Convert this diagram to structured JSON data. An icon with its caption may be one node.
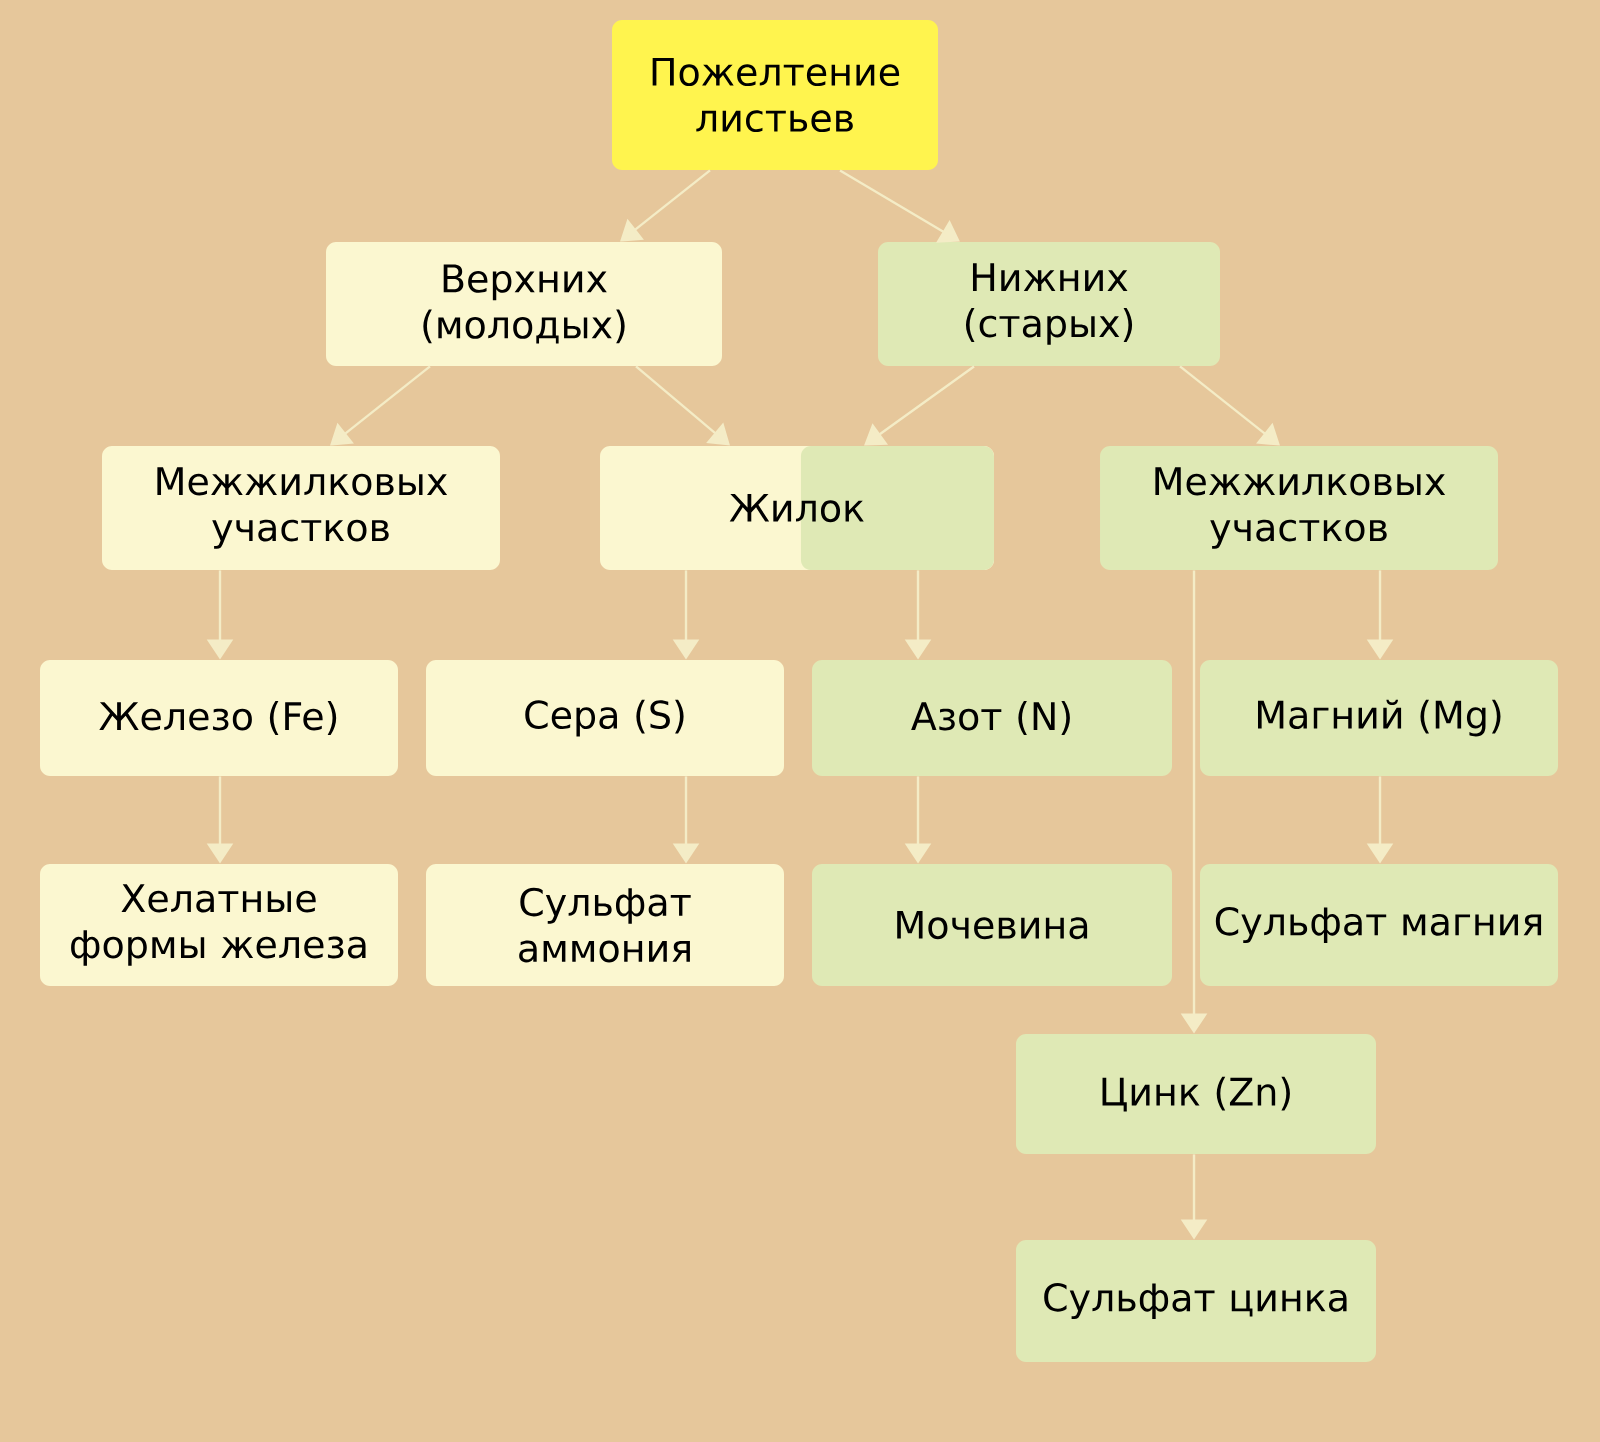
{
  "diagram": {
    "nodes": [
      {
        "text": [
          "Пожелтение листьев"
        ]
      },
      {
        "text": [
          "Верхних (молодых)"
        ]
      },
      {
        "text": [
          "Нижних (старых)"
        ]
      },
      {
        "text": [
          "Межжилковых участков"
        ]
      },
      {
        "text": [
          "Жилок"
        ]
      },
      {
        "text": [
          "Межжилковых участков"
        ]
      },
      {
        "text": [
          "Железо (Fe)"
        ]
      },
      {
        "text": [
          "Сера (S)"
        ]
      },
      {
        "text": [
          "Азот (N)"
        ]
      },
      {
        "text": [
          "Магний (Mg)"
        ]
      },
      {
        "text": [
          "Хелатные формы железа"
        ]
      },
      {
        "text": [
          "Сульфат аммония"
        ]
      },
      {
        "text": [
          "Мочевина"
        ]
      },
      {
        "text": [
          "Сульфат магния"
        ]
      },
      {
        "text": [
          "Цинк (Zn)"
        ]
      },
      {
        "text": [
          "Сульфат цинка"
        ]
      }
    ],
    "edges": [
      {
        "from": 0,
        "to": 1,
        "arrow": "to"
      },
      {
        "from": 0,
        "to": 2,
        "arrow": "to"
      },
      {
        "from": 1,
        "to": 3,
        "arrow": "to"
      },
      {
        "from": 1,
        "to": 4,
        "arrow": "to"
      },
      {
        "from": 2,
        "to": 4,
        "arrow": "to"
      },
      {
        "from": 2,
        "to": 5,
        "arrow": "to"
      },
      {
        "from": 3,
        "to": 6,
        "arrow": "to"
      },
      {
        "from": 4,
        "to": 7,
        "arrow": "to"
      },
      {
        "from": 4,
        "to": 8,
        "arrow": "to"
      },
      {
        "from": 5,
        "to": 9,
        "arrow": "to"
      },
      {
        "from": 5,
        "to": 14,
        "arrow": "to"
      },
      {
        "from": 6,
        "to": 10,
        "arrow": "to"
      },
      {
        "from": 7,
        "to": 11,
        "arrow": "to"
      },
      {
        "from": 8,
        "to": 12,
        "arrow": "to"
      },
      {
        "from": 9,
        "to": 13,
        "arrow": "to"
      },
      {
        "from": 14,
        "to": 15,
        "arrow": "to"
      }
    ]
  }
}
